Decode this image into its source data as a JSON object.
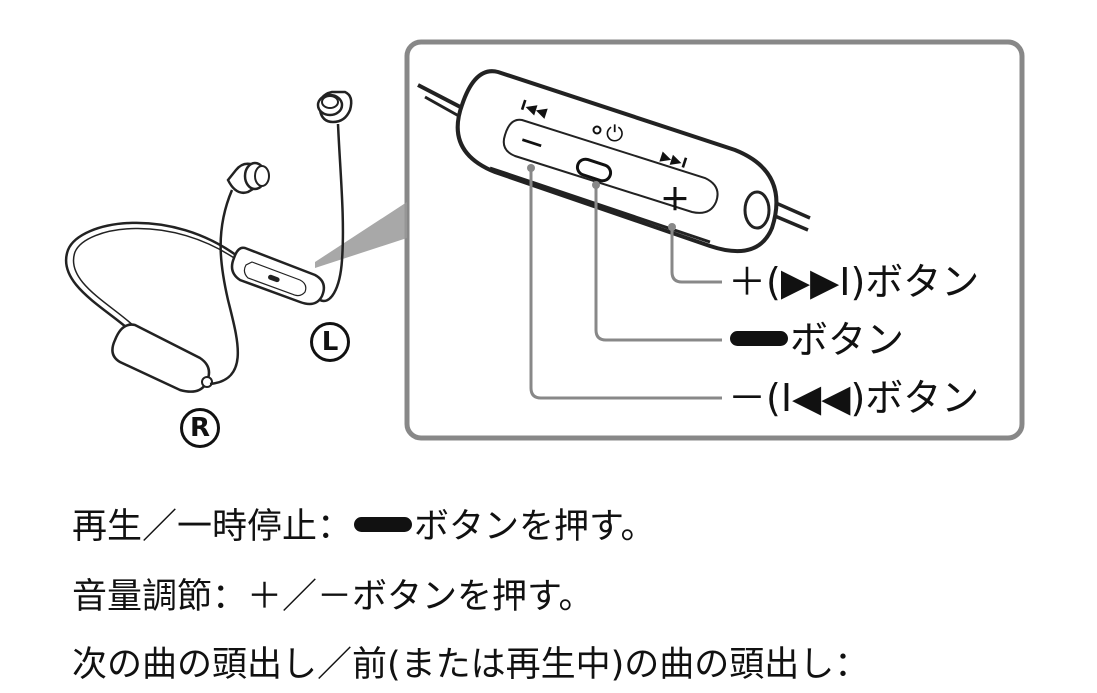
{
  "callouts": {
    "plus_button": "＋(▶▶I)ボタン",
    "center_button": "ボタン",
    "minus_button": "－(I◀◀)ボタン"
  },
  "side_marks": {
    "left": "L",
    "right": "R"
  },
  "remote_icons": {
    "prev": "I◀◀",
    "next": "▶▶I",
    "power": "⏻",
    "minus": "－",
    "plus": "＋"
  },
  "instructions": {
    "play_pause_prefix": "再生／一時停止：",
    "play_pause_suffix": "ボタンを押す。",
    "volume": "音量調節：＋／－ボタンを押す。",
    "track": "次の曲の頭出し／前(または再生中)の曲の頭出し："
  }
}
